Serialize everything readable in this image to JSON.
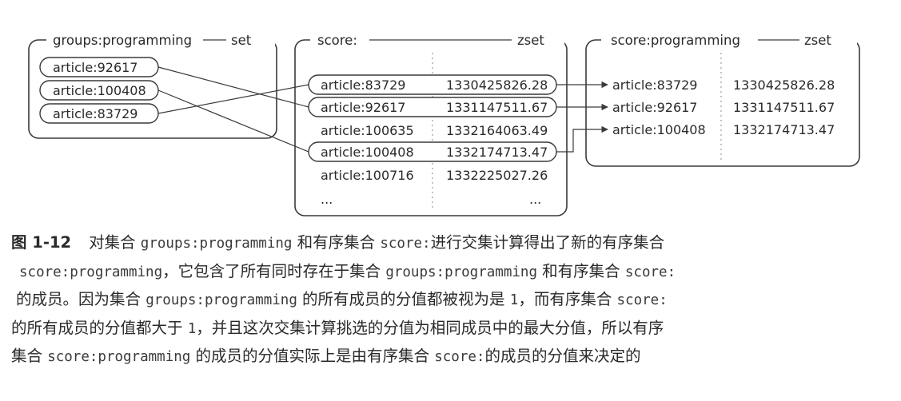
{
  "set_box": {
    "title_name": "groups:programming",
    "title_type": "set",
    "members": [
      "article:92617",
      "article:100408",
      "article:83729"
    ]
  },
  "score_box": {
    "title_name": "score:",
    "title_type": "zset",
    "rows": [
      {
        "member": "article:83729",
        "score": "1330425826.28"
      },
      {
        "member": "article:92617",
        "score": "1331147511.67"
      },
      {
        "member": "article:100635",
        "score": "1332164063.49"
      },
      {
        "member": "article:100408",
        "score": "1332174713.47"
      },
      {
        "member": "article:100716",
        "score": "1332225027.26"
      }
    ],
    "ellipsis_member": "...",
    "ellipsis_score": "..."
  },
  "result_box": {
    "title_name": "score:programming",
    "title_type": "zset",
    "rows": [
      {
        "member": "article:83729",
        "score": "1330425826.28"
      },
      {
        "member": "article:92617",
        "score": "1331147511.67"
      },
      {
        "member": "article:100408",
        "score": "1332174713.47"
      }
    ]
  },
  "caption": {
    "figure_number": "图 1-12",
    "l1_a": "对集合 ",
    "l1_code1": "groups:programming",
    "l1_b": " 和有序集合 ",
    "l1_code2": "score:",
    "l1_c": "进行交集计算得出了新的有序集合",
    "l2_code1": "score:programming",
    "l2_a": "，它包含了所有同时存在于集合 ",
    "l2_code2": "groups:programming",
    "l2_b": " 和有序集合 ",
    "l2_code3": "score:",
    "l3_a": "的成员。因为集合 ",
    "l3_code1": "groups:programming",
    "l3_b": " 的所有成员的分值都被视为是 ",
    "l3_code2": "1",
    "l3_c": "，而有序集合 ",
    "l3_code3": "score:",
    "l4_a": "的所有成员的分值都大于 ",
    "l4_code1": "1",
    "l4_b": "，并且这次交集计算挑选的分值为相同成员中的最大分值，所以有序",
    "l5_a": "集合 ",
    "l5_code1": "score:programming",
    "l5_b": " 的成员的分值实际上是由有序集合 ",
    "l5_code2": "score:",
    "l5_c": "的成员的分值来决定的"
  }
}
